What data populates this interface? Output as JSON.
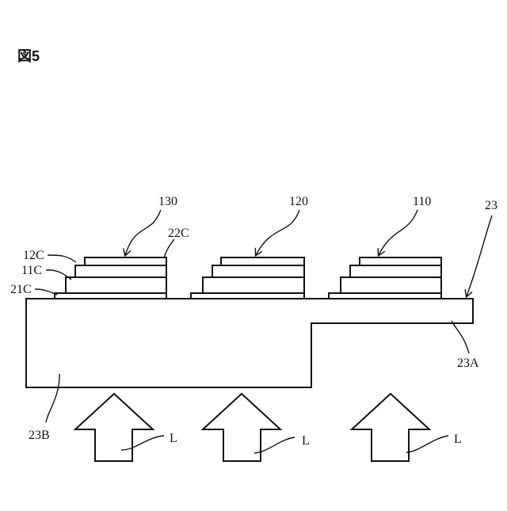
{
  "figure": {
    "title": "図5"
  },
  "labels": {
    "substrate": "23",
    "substrate_thin_part": "23A",
    "substrate_thick_part": "23B",
    "element_left": "130",
    "element_middle": "120",
    "element_right": "110",
    "layer_22c": "22C",
    "layer_12c": "12C",
    "layer_11c": "11C",
    "layer_21c": "21C",
    "light_left": "L",
    "light_middle": "L",
    "light_right": "L"
  }
}
